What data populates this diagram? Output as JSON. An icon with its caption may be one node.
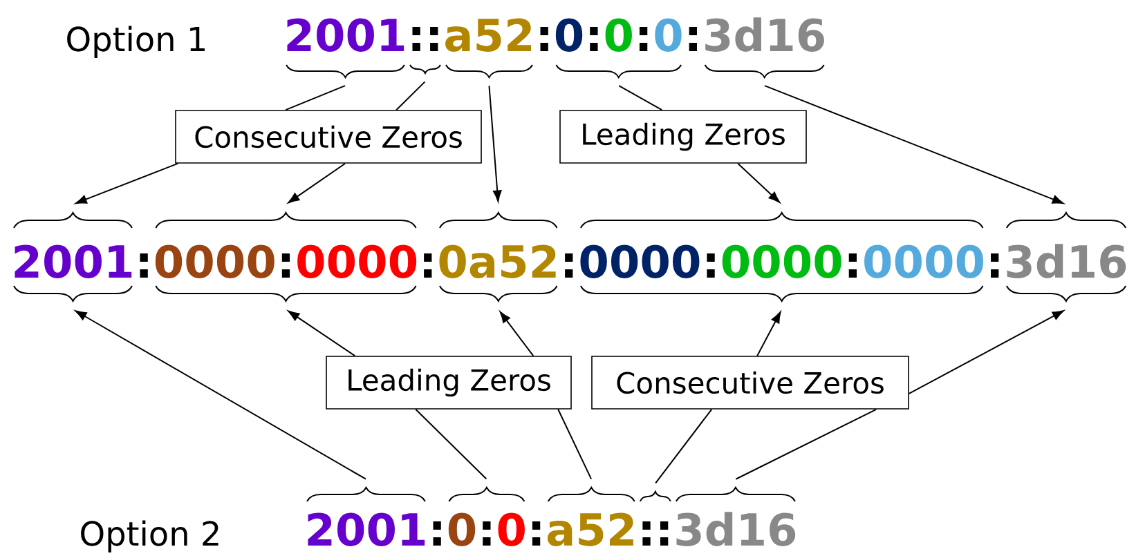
{
  "diagram": {
    "nodes": [
      {
        "text": [],
        "shape": "brace"
      },
      {
        "text": [],
        "shape": "brace"
      },
      {
        "text": [],
        "shape": "brace"
      },
      {
        "text": [],
        "shape": "brace"
      },
      {
        "text": [],
        "shape": "brace"
      },
      {
        "text": [
          "Consecutive Zeros"
        ]
      },
      {
        "text": [
          "Leading Zeros"
        ]
      },
      {
        "text": [],
        "shape": "brace"
      },
      {
        "text": [],
        "shape": "brace"
      },
      {
        "text": [],
        "shape": "brace"
      },
      {
        "text": [],
        "shape": "brace"
      },
      {
        "text": [],
        "shape": "brace"
      },
      {
        "text": [],
        "shape": "brace"
      },
      {
        "text": [],
        "shape": "brace"
      },
      {
        "text": [],
        "shape": "brace"
      },
      {
        "text": [],
        "shape": "brace"
      },
      {
        "text": [],
        "shape": "brace"
      },
      {
        "text": [
          "Leading Zeros"
        ]
      },
      {
        "text": [
          "Consecutive Zeros"
        ]
      },
      {
        "text": [],
        "shape": "brace"
      },
      {
        "text": [],
        "shape": "brace"
      },
      {
        "text": [],
        "shape": "brace"
      },
      {
        "text": [],
        "shape": "brace"
      },
      {
        "text": [],
        "shape": "brace"
      }
    ],
    "edges": [
      {
        "from": 0,
        "to": 5,
        "arrow": "none"
      },
      {
        "from": 5,
        "to": 7,
        "arrow": "to"
      },
      {
        "from": 1,
        "to": 5,
        "arrow": "none"
      },
      {
        "from": 5,
        "to": 8,
        "arrow": "to"
      },
      {
        "from": 2,
        "to": 9,
        "arrow": "to"
      },
      {
        "from": 3,
        "to": 6,
        "arrow": "none"
      },
      {
        "from": 6,
        "to": 10,
        "arrow": "to"
      },
      {
        "from": 4,
        "to": 11,
        "arrow": "to"
      },
      {
        "from": 19,
        "to": 12,
        "arrow": "to"
      },
      {
        "from": 20,
        "to": 17,
        "arrow": "none"
      },
      {
        "from": 17,
        "to": 13,
        "arrow": "to"
      },
      {
        "from": 21,
        "to": 17,
        "arrow": "none"
      },
      {
        "from": 17,
        "to": 14,
        "arrow": "to"
      },
      {
        "from": 22,
        "to": 18,
        "arrow": "none"
      },
      {
        "from": 18,
        "to": 15,
        "arrow": "to"
      },
      {
        "from": 23,
        "to": 18,
        "arrow": "none"
      },
      {
        "from": 18,
        "to": 16,
        "arrow": "to"
      }
    ],
    "labels": [
      "Option 1",
      "2001",
      "::",
      "a52",
      ":",
      "0",
      ":",
      "0",
      ":",
      "0",
      ":",
      "3d16",
      "2001",
      ":",
      "0000",
      ":",
      "0000",
      ":",
      "0a52",
      ":",
      "0000",
      ":",
      "0000",
      ":",
      "0000",
      ":",
      "3d16",
      "Option 2",
      "2001",
      ":",
      "0",
      ":",
      "0",
      ":",
      "a52",
      "::",
      "3d16"
    ]
  }
}
